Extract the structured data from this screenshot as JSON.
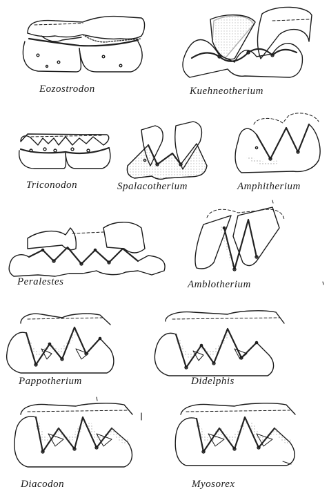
{
  "figure": {
    "specimens": [
      {
        "id": "eozostrodon",
        "name": "Eozostrodon"
      },
      {
        "id": "kuehneotherium",
        "name": "Kuehneotherium"
      },
      {
        "id": "triconodon",
        "name": "Triconodon"
      },
      {
        "id": "spalacotherium",
        "name": "Spalacotherium"
      },
      {
        "id": "amphitherium",
        "name": "Amphitherium"
      },
      {
        "id": "peralestes",
        "name": "Peralestes"
      },
      {
        "id": "amblotherium",
        "name": "Amblotherium"
      },
      {
        "id": "pappotherium",
        "name": "Pappotherium"
      },
      {
        "id": "didelphis",
        "name": "Didelphis"
      },
      {
        "id": "diacodon",
        "name": "Diacodon"
      },
      {
        "id": "myosorex",
        "name": "Myosorex"
      }
    ]
  }
}
